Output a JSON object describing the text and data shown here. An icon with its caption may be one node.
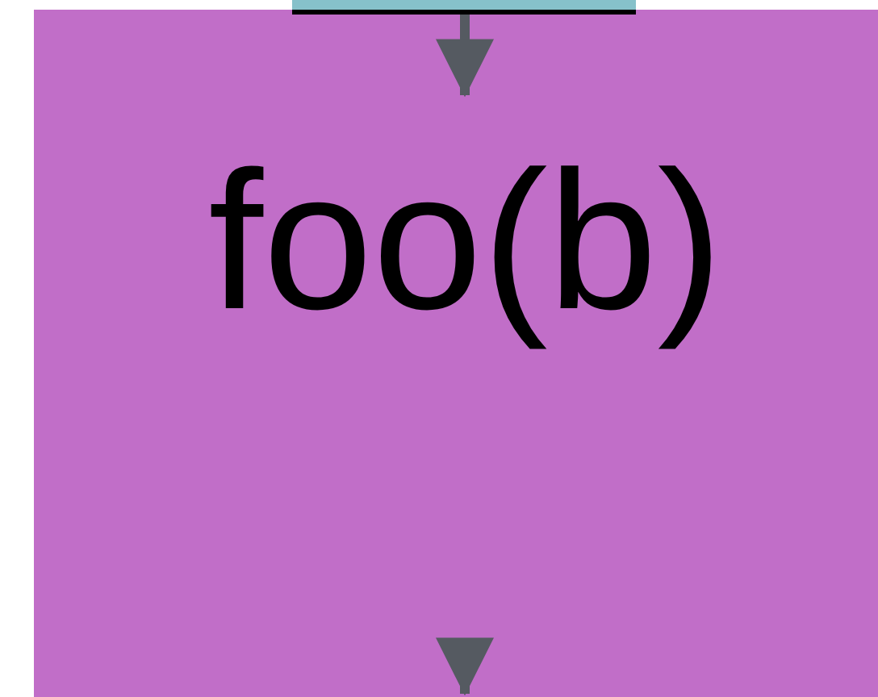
{
  "diagram": {
    "nodes": [
      {
        "text": [],
        "shape": "box"
      },
      {
        "text": [
          "foo(b)"
        ]
      }
    ],
    "edges": [
      {
        "from": 0,
        "to": 1,
        "arrow": "to"
      },
      {
        "from": null,
        "to": 1,
        "arrow": "to"
      }
    ]
  }
}
